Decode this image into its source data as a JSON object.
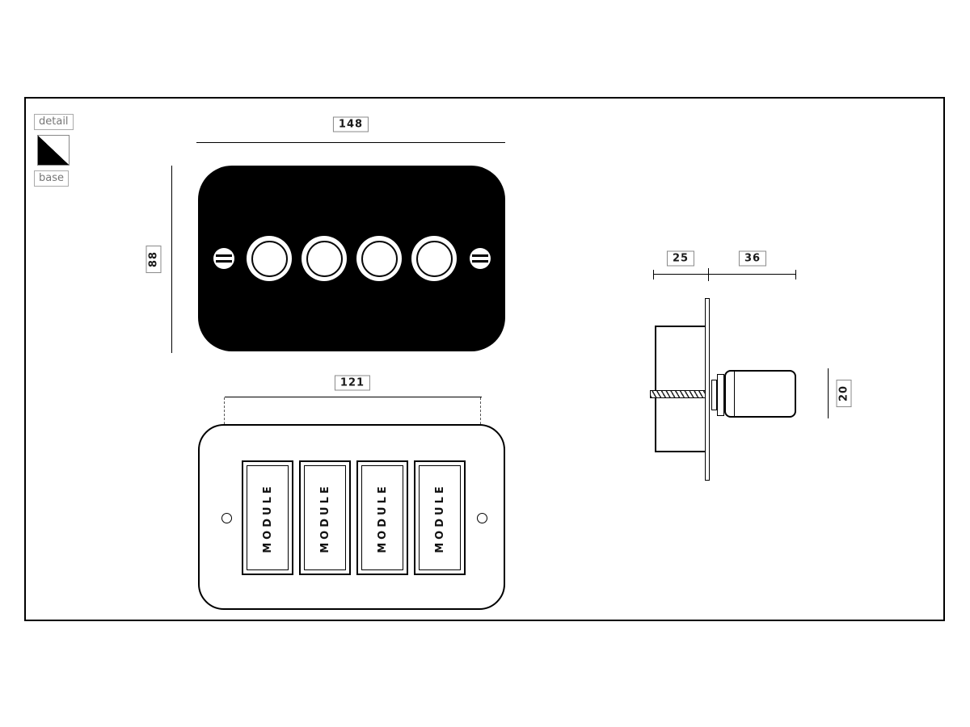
{
  "legend": {
    "detail_label": "detail",
    "base_label": "base"
  },
  "dimensions": {
    "front_width": "148",
    "front_height": "88",
    "module_pitch": "121",
    "box_depth": "25",
    "knob_projection": "36",
    "knob_diameter": "20"
  },
  "base_view": {
    "modules": [
      {
        "label": "MODULE"
      },
      {
        "label": "MODULE"
      },
      {
        "label": "MODULE"
      },
      {
        "label": "MODULE"
      }
    ]
  },
  "palette": {
    "line": "#000000",
    "plate_fill": "#000000",
    "label_text": "#1a1a1a",
    "muted_text": "#777777",
    "background": "#ffffff"
  }
}
